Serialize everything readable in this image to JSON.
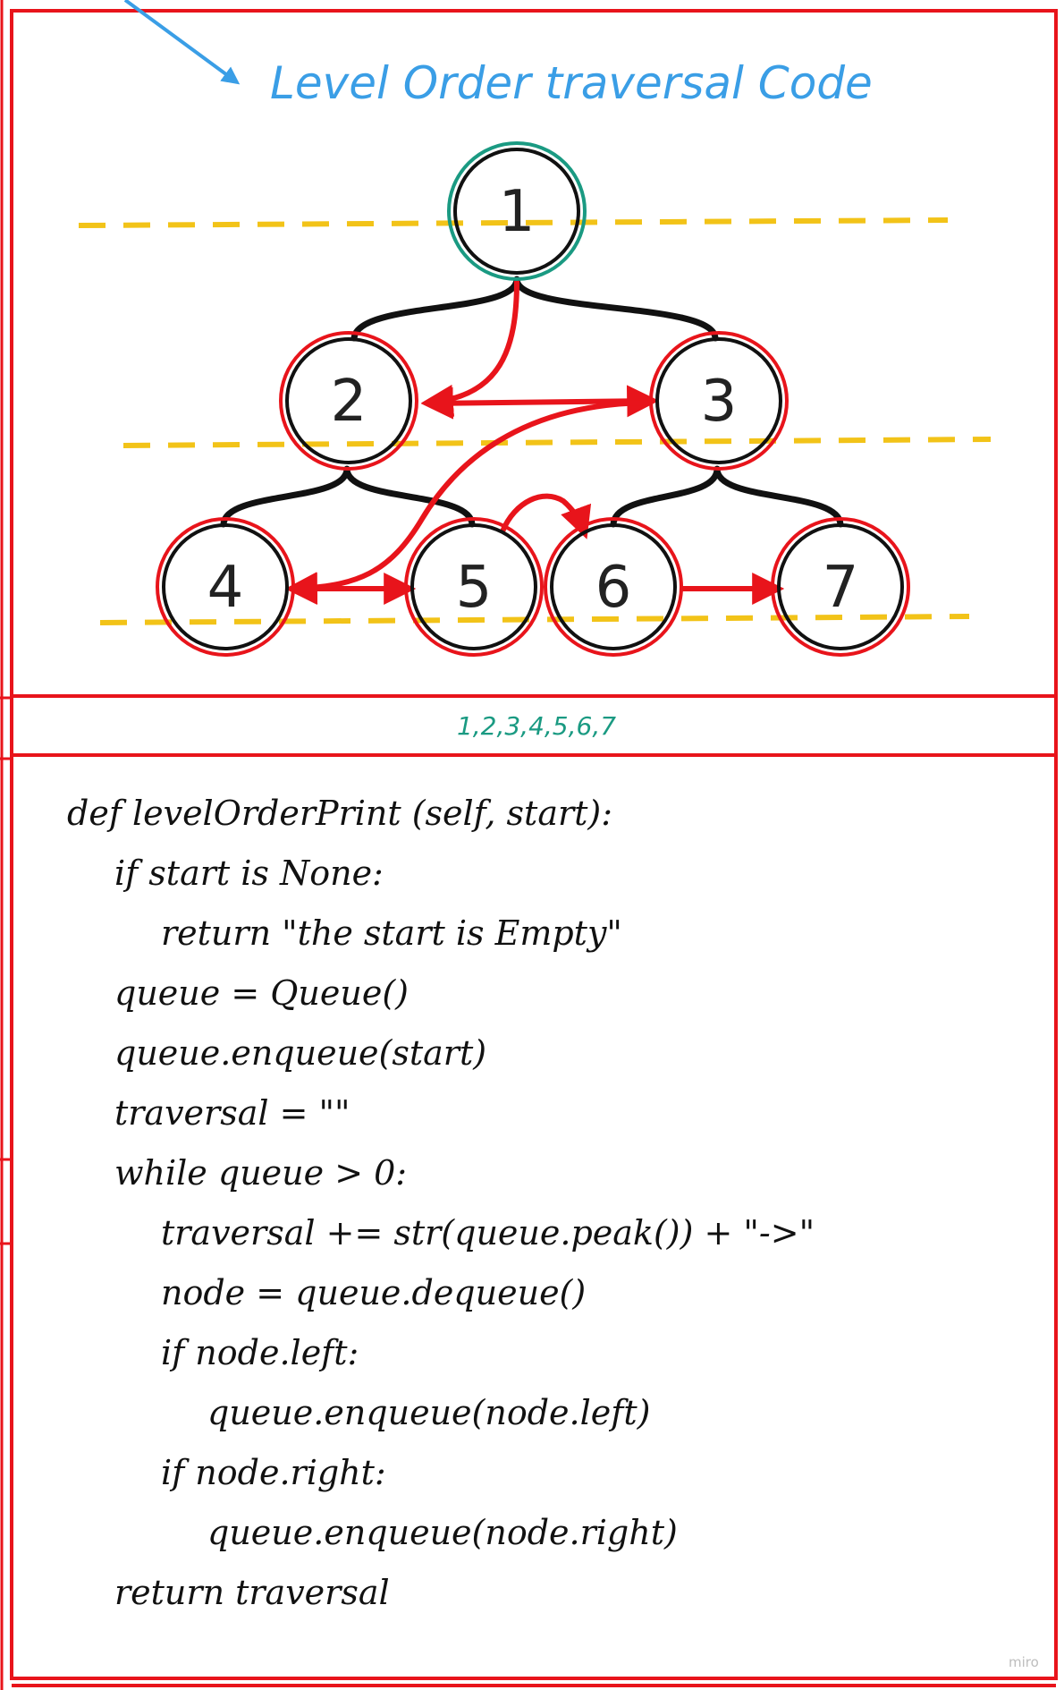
{
  "title": "Level Order traversal Code",
  "tree": {
    "nodes": [
      {
        "id": "n1",
        "label": "1"
      },
      {
        "id": "n2",
        "label": "2"
      },
      {
        "id": "n3",
        "label": "3"
      },
      {
        "id": "n4",
        "label": "4"
      },
      {
        "id": "n5",
        "label": "5"
      },
      {
        "id": "n6",
        "label": "6"
      },
      {
        "id": "n7",
        "label": "7"
      }
    ]
  },
  "traversal_order": "1,2,3,4,5,6,7",
  "code_lines": [
    "def levelOrderPrint (self, start):",
    "if start is None:",
    "return \"the start is Empty\"",
    "queue = Queue()",
    "queue.enqueue(start)",
    "traversal = \"\"",
    "while queue > 0:",
    "traversal += str(queue.peak()) + \"->\"",
    "node = queue.dequeue()",
    "if node.left:",
    "queue.enqueue(node.left)",
    "if node.right:",
    "queue.enqueue(node.right)",
    "return traversal"
  ],
  "watermark": "miro",
  "colors": {
    "frame": "#e8141b",
    "title": "#3a9ee6",
    "root_ring": "#1a9a82",
    "node_ring": "#e8141b",
    "edge": "#111111",
    "traversal_arrow": "#e8141b",
    "level_line": "#f2c318",
    "order_text": "#1a9a82",
    "pointer_arrow": "#3a9ee6"
  }
}
